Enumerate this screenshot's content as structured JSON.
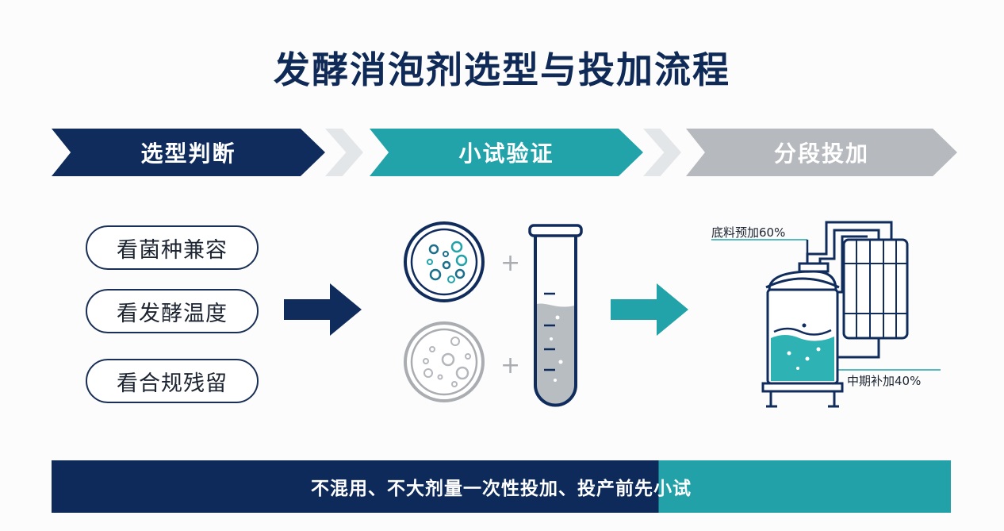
{
  "title": "发酵消泡剂选型与投加流程",
  "steps": [
    {
      "label": "选型判断"
    },
    {
      "label": "小试验证"
    },
    {
      "label": "分段投加"
    }
  ],
  "criteria": [
    {
      "label": "看菌种兼容"
    },
    {
      "label": "看发酵温度"
    },
    {
      "label": "看合规残留"
    }
  ],
  "test_icons": {
    "plus": "+",
    "petri_icon": "petri-dish-icon",
    "tube_icon": "test-tube-icon"
  },
  "dosing": {
    "base_label": "底料预加60%",
    "mid_label": "中期补加40%",
    "base_fraction": 0.6,
    "mid_fraction": 0.4,
    "icon": "fermenter-tank-icon"
  },
  "bottom_note": "不混用、不大剂量一次性投加、投产前先小试",
  "colors": {
    "navy": "#102c5d",
    "teal": "#21a3a9",
    "gray": "#b6b9bd"
  }
}
